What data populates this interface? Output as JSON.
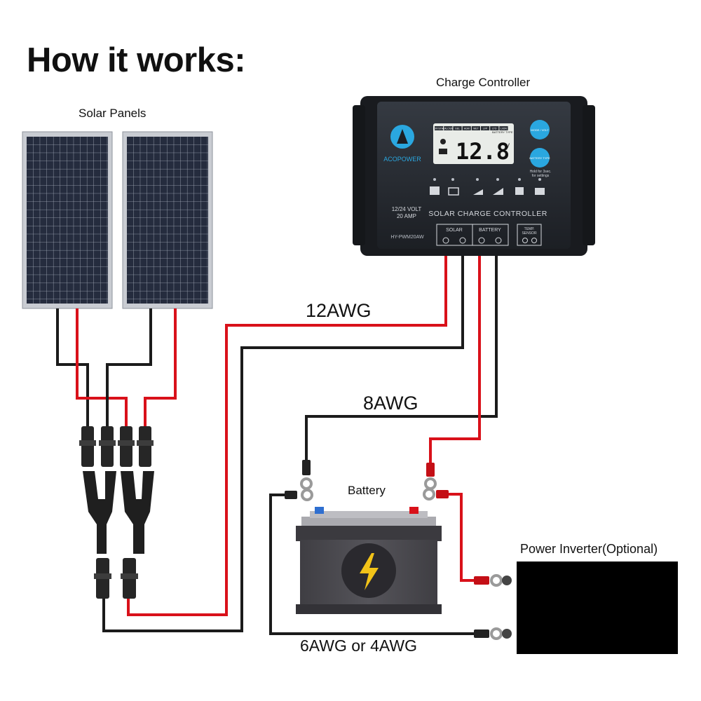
{
  "title": "How it works:",
  "labels": {
    "solar_panels": "Solar Panels",
    "charge_controller": "Charge Controller",
    "battery": "Battery",
    "power_inverter": "Power Inverter(Optional)"
  },
  "wires": {
    "panel_to_controller": "12AWG",
    "controller_to_battery": "8AWG",
    "battery_to_inverter": "6AWG or 4AWG"
  },
  "controller": {
    "brand": "ACOPOWER",
    "display_value": "12.8",
    "display_unit": "V",
    "battery_types": [
      "CRYSTAL",
      "CALCIUM",
      "GEL",
      "AGM",
      "WET",
      "LFP",
      "LTO",
      "LiION"
    ],
    "battery_type_caption": "BATTERY TYPE",
    "rating_line1": "12/24 VOLT",
    "rating_line2": "20 AMP",
    "model": "HY-PWM20AW",
    "panel_title": "SOLAR CHARGE CONTROLLER",
    "button_1": "MODE / VOLT",
    "button_2": "BATTERY TYPE",
    "hold_hint_1": "Hold for 3sec.",
    "hold_hint_2": "for settings",
    "terminal_solar": "SOLAR",
    "terminal_battery": "BATTERY",
    "terminal_temp_1": "TEMP.",
    "terminal_temp_2": "SENSOR"
  },
  "colors": {
    "positive_wire": "#d9111a",
    "negative_wire": "#1b1b1b",
    "controller_body": "#1e2126",
    "controller_face": "#2b2f36",
    "accent_blue": "#2aa7e0",
    "panel_cell": "#262d40",
    "battery_body": "#4b4a4f",
    "bolt": "#f2c318"
  }
}
